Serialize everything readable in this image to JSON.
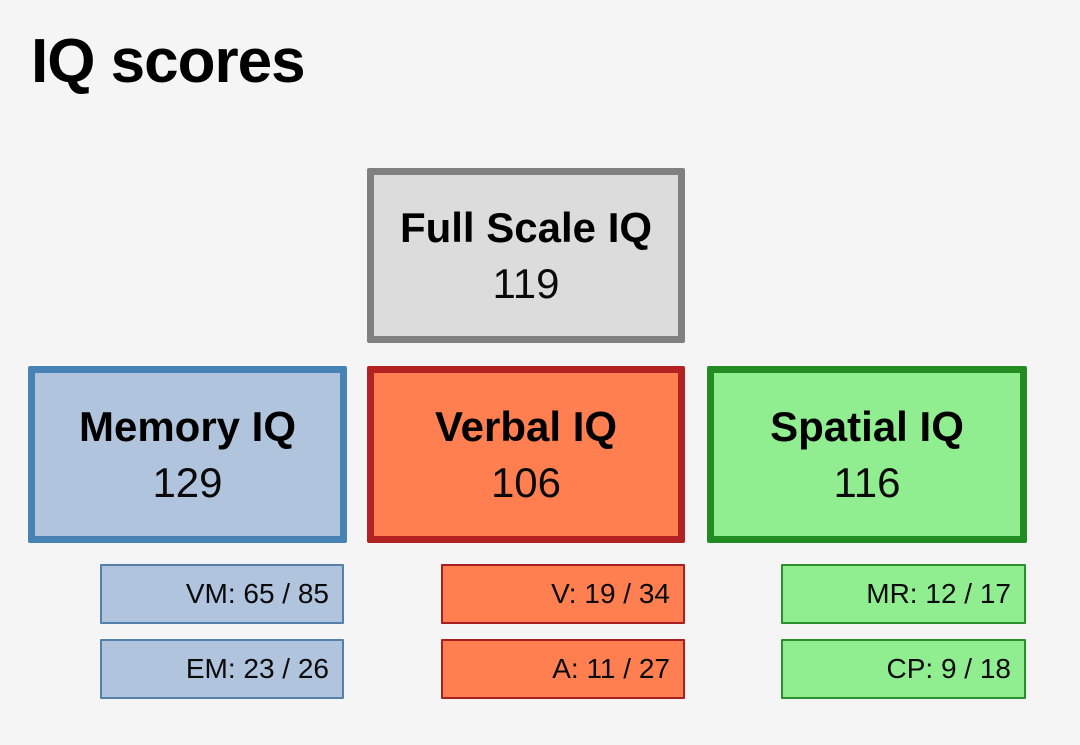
{
  "title": "IQ scores",
  "full_scale": {
    "label": "Full Scale IQ",
    "score": 119
  },
  "branches": [
    {
      "id": "memory",
      "label": "Memory IQ",
      "score": 129,
      "subtests": [
        {
          "code": "VM",
          "score": 65,
          "max": 85,
          "text": "VM: 65 / 85"
        },
        {
          "code": "EM",
          "score": 23,
          "max": 26,
          "text": "EM: 23 / 26"
        }
      ]
    },
    {
      "id": "verbal",
      "label": "Verbal IQ",
      "score": 106,
      "subtests": [
        {
          "code": "V",
          "score": 19,
          "max": 34,
          "text": "V: 19 / 34"
        },
        {
          "code": "A",
          "score": 11,
          "max": 27,
          "text": "A: 11 / 27"
        }
      ]
    },
    {
      "id": "spatial",
      "label": "Spatial IQ",
      "score": 116,
      "subtests": [
        {
          "code": "MR",
          "score": 12,
          "max": 17,
          "text": "MR: 12 / 17"
        },
        {
          "code": "CP",
          "score": 9,
          "max": 18,
          "text": "CP: 9 / 18"
        }
      ]
    }
  ],
  "palette": {
    "background": "#f5f5f5",
    "text": "#000000",
    "full_scale_fill": "#dcdcdc",
    "full_scale_border": "#808080",
    "memory_fill": "#b0c4de",
    "memory_border": "#4682b4",
    "verbal_fill": "#ff7f50",
    "verbal_border": "#b22222",
    "spatial_fill": "#90ee90",
    "spatial_border": "#228b22"
  }
}
